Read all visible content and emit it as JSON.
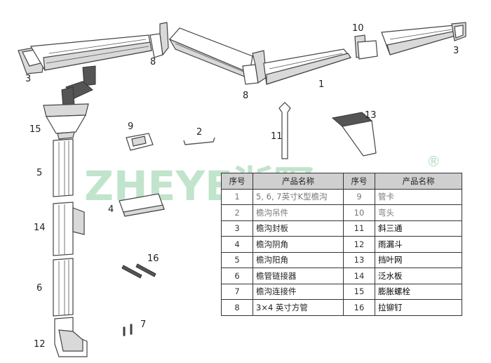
{
  "watermark": {
    "text": "ZHEYE浙野",
    "registered": "®"
  },
  "callouts": [
    "1",
    "2",
    "3",
    "3",
    "4",
    "5",
    "6",
    "7",
    "8",
    "8",
    "9",
    "10",
    "11",
    "12",
    "13",
    "14",
    "15",
    "16"
  ],
  "table": {
    "headers": [
      "序号",
      "产品名称",
      "序号",
      "产品名称"
    ],
    "rows": [
      [
        "1",
        "5, 6, 7英寸K型檐沟",
        "9",
        "管卡"
      ],
      [
        "2",
        "檐沟吊件",
        "10",
        "弯头"
      ],
      [
        "3",
        "檐沟封板",
        "11",
        "斜三通"
      ],
      [
        "4",
        "檐沟阴角",
        "12",
        "雨漏斗"
      ],
      [
        "5",
        "檐沟阳角",
        "13",
        "挡叶网"
      ],
      [
        "6",
        "檐管链接器",
        "14",
        "泛水板"
      ],
      [
        "7",
        "檐沟连接件",
        "15",
        "膨胀螺栓"
      ],
      [
        "8",
        "3×4 英寸方管",
        "16",
        "拉铆钉"
      ]
    ]
  }
}
